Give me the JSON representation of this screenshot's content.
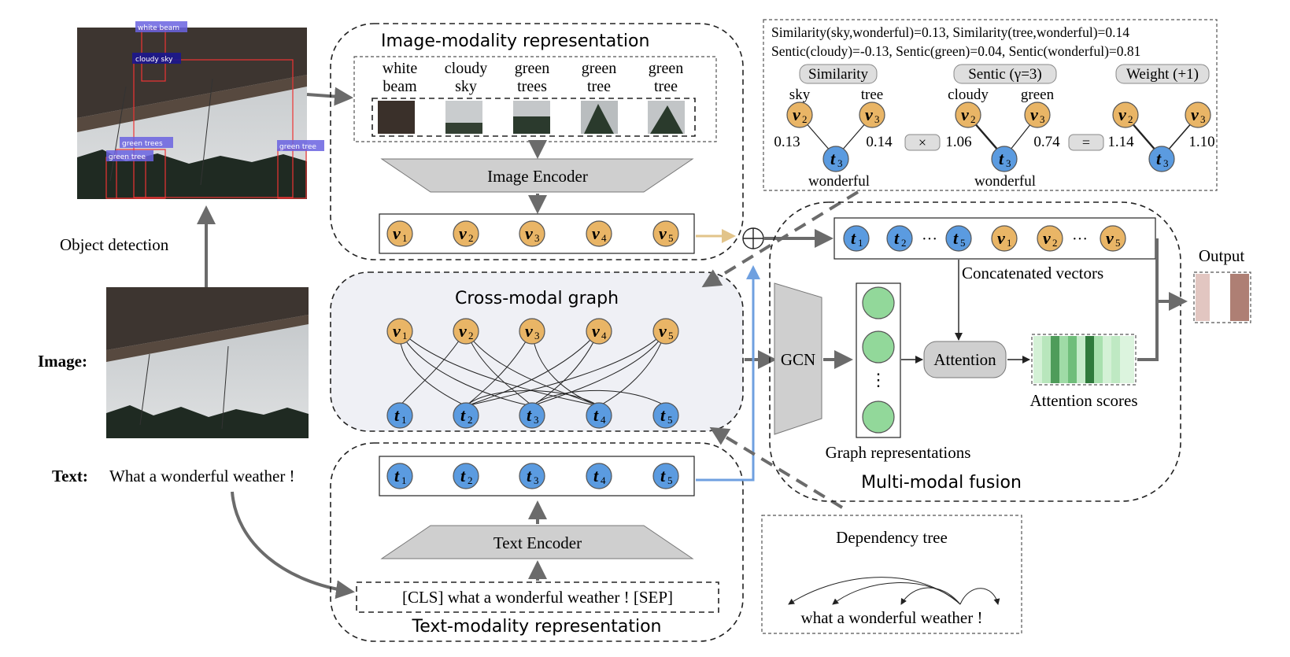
{
  "image_label": "Image:",
  "text_label": "Text:",
  "text_value": "What a wonderful weather !",
  "object_detection": "Object detection",
  "detections": [
    "white beam",
    "cloudy sky",
    "green trees",
    "green tree",
    "green tree"
  ],
  "image_modality": {
    "title": "Image-modality representation",
    "crop_labels": [
      [
        "white",
        "beam"
      ],
      [
        "cloudy",
        "sky"
      ],
      [
        "green",
        "trees"
      ],
      [
        "green",
        "tree"
      ],
      [
        "green",
        "tree"
      ]
    ],
    "encoder": "Image Encoder",
    "nodes": [
      "v",
      "v",
      "v",
      "v",
      "v"
    ],
    "subs": [
      "1",
      "2",
      "3",
      "4",
      "5"
    ]
  },
  "text_modality": {
    "title": "Text-modality representation",
    "encoder": "Text Encoder",
    "input": "[CLS] what a wonderful weather ! [SEP]",
    "nodes": [
      "t",
      "t",
      "t",
      "t",
      "t"
    ],
    "subs": [
      "1",
      "2",
      "3",
      "4",
      "5"
    ]
  },
  "cross_modal": {
    "title": "Cross-modal graph"
  },
  "weights": {
    "line1": "Similarity(sky,wonderful)=0.13, Similarity(tree,wonderful)=0.14",
    "line2": "Sentic(cloudy)=-0.13, Sentic(green)=0.04, Sentic(wonderful)=0.81",
    "similarity": {
      "label": "Similarity",
      "w1": "sky",
      "w2": "tree",
      "bottom": "wonderful",
      "a": "0.13",
      "b": "0.14"
    },
    "sentic": {
      "label": "Sentic (γ=3)",
      "w1": "cloudy",
      "w2": "green",
      "bottom": "wonderful",
      "a": "1.06",
      "b": "0.74"
    },
    "weight": {
      "label": "Weight (+1)",
      "a": "1.14",
      "b": "1.10"
    },
    "times": "×",
    "equals": "="
  },
  "fusion": {
    "title": "Multi-modal fusion",
    "concat_label": "Concatenated vectors",
    "gcn": "GCN",
    "graph_repr": "Graph representations",
    "attention": "Attention",
    "attention_scores": "Attention scores",
    "output": "Output",
    "ellipsis": "···",
    "vdots": "⋮"
  },
  "dependency": {
    "title": "Dependency tree",
    "sentence": "what a wonderful weather !"
  },
  "colors": {
    "v_node": "#e9b566",
    "t_node": "#5b9be0",
    "gcn": "#cfcfcf",
    "link_blue": "#6fa0e0",
    "link_gold": "#e2c48a"
  }
}
